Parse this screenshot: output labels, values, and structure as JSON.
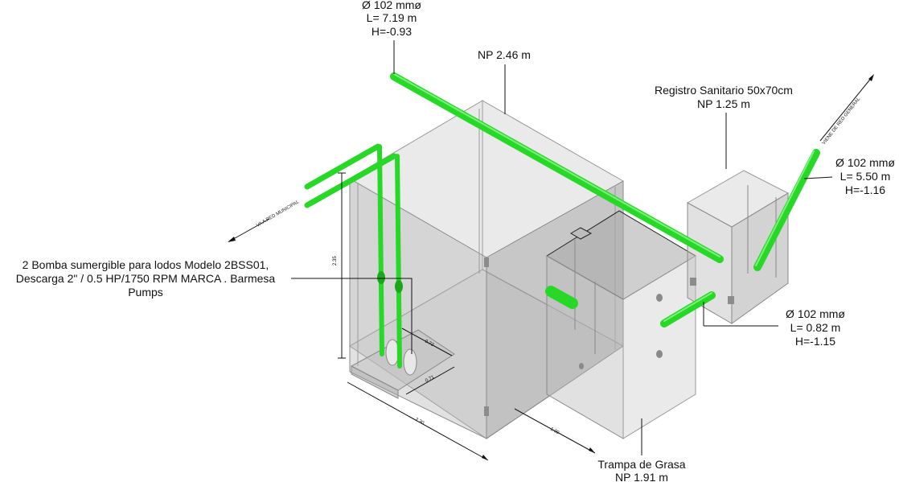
{
  "labels": {
    "pipe_top": {
      "line1": "Ø 102 mmø",
      "line2": "L= 7.19 m",
      "line3": "H=-0.93"
    },
    "np_main": "NP 2.46 m",
    "registro": {
      "line1": "Registro Sanitario 50x70cm",
      "line2": "NP 1.25 m"
    },
    "pipe_right": {
      "line1": "Ø 102 mmø",
      "line2": "L= 5.50 m",
      "line3": "H=-1.16"
    },
    "pipe_mid": {
      "line1": "Ø 102 mmø",
      "line2": "L= 0.82 m",
      "line3": "H=-1.15"
    },
    "bomba": {
      "line1": "2 Bomba sumergible para lodos Modelo 2BSS01,",
      "line2": "Descarga 2\" / 0.5 HP/1750 RPM  MARCA . Barmesa",
      "line3": "Pumps"
    },
    "trampa": {
      "line1": "Trampa de Grasa",
      "line2": "NP 1.91 m"
    },
    "red_municipal": "VA A RED MUNICIPAL",
    "red_general": "VIENE DE RED GENERAL"
  },
  "dimensions": {
    "height": "2.35",
    "width_a": "0.72",
    "width_b": "0.71",
    "length_a": "2.30",
    "length_b": "1.30"
  },
  "colors": {
    "pipe": "#27d827",
    "concrete": "#bdbdbd",
    "lines": "#111111"
  }
}
